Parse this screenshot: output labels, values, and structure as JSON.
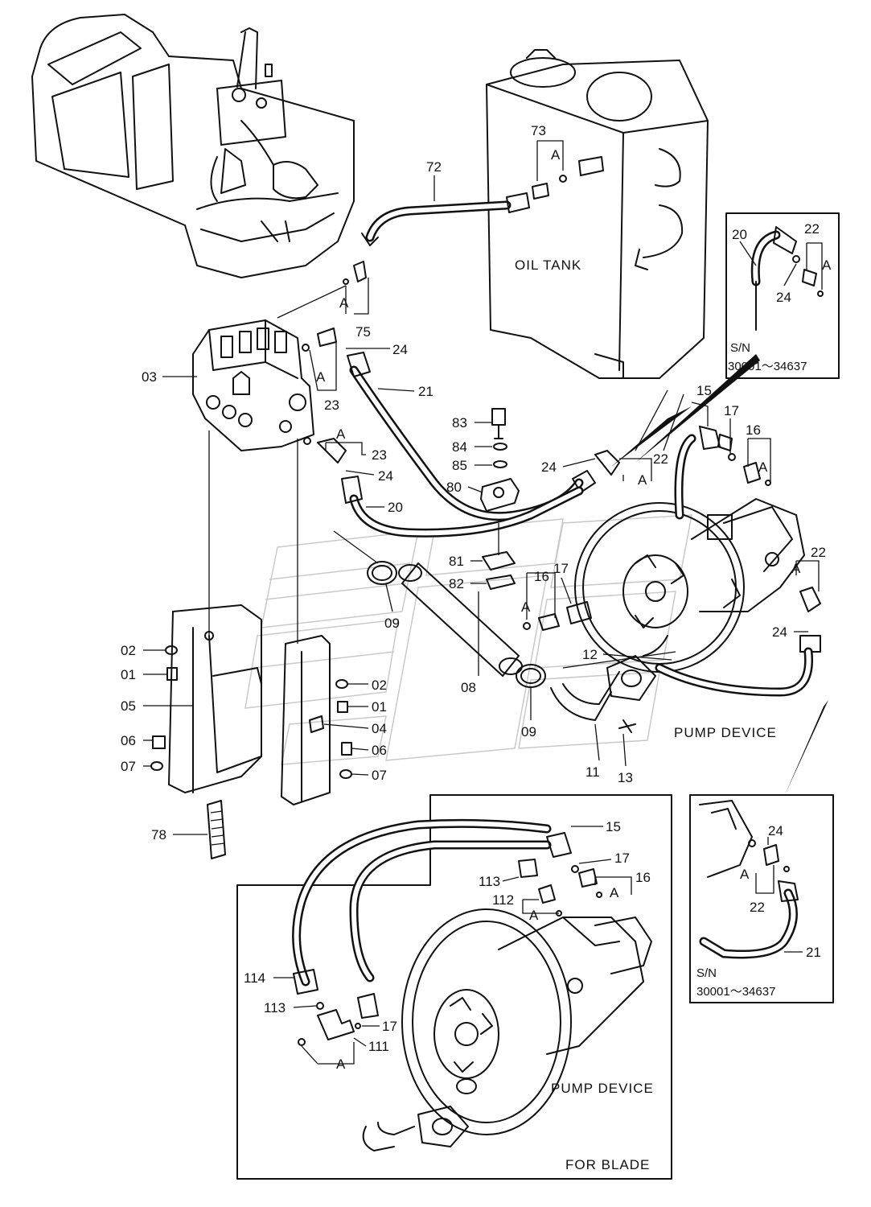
{
  "labels": {
    "oil_tank": "OIL TANK",
    "pump_device": "PUMP DEVICE",
    "pump_device_blade": "PUMP DEVICE",
    "for_blade": "FOR BLADE",
    "sn_prefix": "S/N",
    "sn_range": "30001～34637",
    "sn_prefix_2": "S/N",
    "sn_range_2": "30001～34637"
  },
  "part_numbers": {
    "p72": "72",
    "p73": "73",
    "p73a": "A",
    "p75": "75",
    "p75a": "A",
    "p03": "03",
    "p23a": "23",
    "p23aa": "A",
    "p24a": "24",
    "p21": "21",
    "p23b": "23",
    "p23ba": "A",
    "p24b": "24",
    "p20": "20",
    "p83": "83",
    "p84": "84",
    "p85": "85",
    "p80": "80",
    "p81": "81",
    "p82": "82",
    "p09a": "09",
    "p15": "15",
    "p17a": "17",
    "p16a": "16",
    "p16aa": "A",
    "p24c": "24",
    "p22a": "22",
    "p22aa": "A",
    "p16b": "16",
    "p16ba": "A",
    "p17b": "17",
    "p22b": "22",
    "p22ba": "A",
    "p24d": "24",
    "p12": "12",
    "p08": "08",
    "p09b": "09",
    "p11": "11",
    "p13": "13",
    "p02a": "02",
    "p01a": "01",
    "p05": "05",
    "p06a": "06",
    "p07a": "07",
    "p02b": "02",
    "p01b": "01",
    "p04": "04",
    "p06b": "06",
    "p07b": "07",
    "p78": "78",
    "i20": "20",
    "i22": "22",
    "i22a": "A",
    "i24": "24",
    "j24": "24",
    "j22": "22",
    "ja": "A",
    "j21": "21",
    "b15": "15",
    "b17a": "17",
    "b16": "16",
    "b16a": "A",
    "b113a": "113",
    "b112": "112",
    "b112a": "A",
    "b114": "114",
    "b113b": "113",
    "b17b": "17",
    "b111": "111",
    "b111a": "A"
  }
}
